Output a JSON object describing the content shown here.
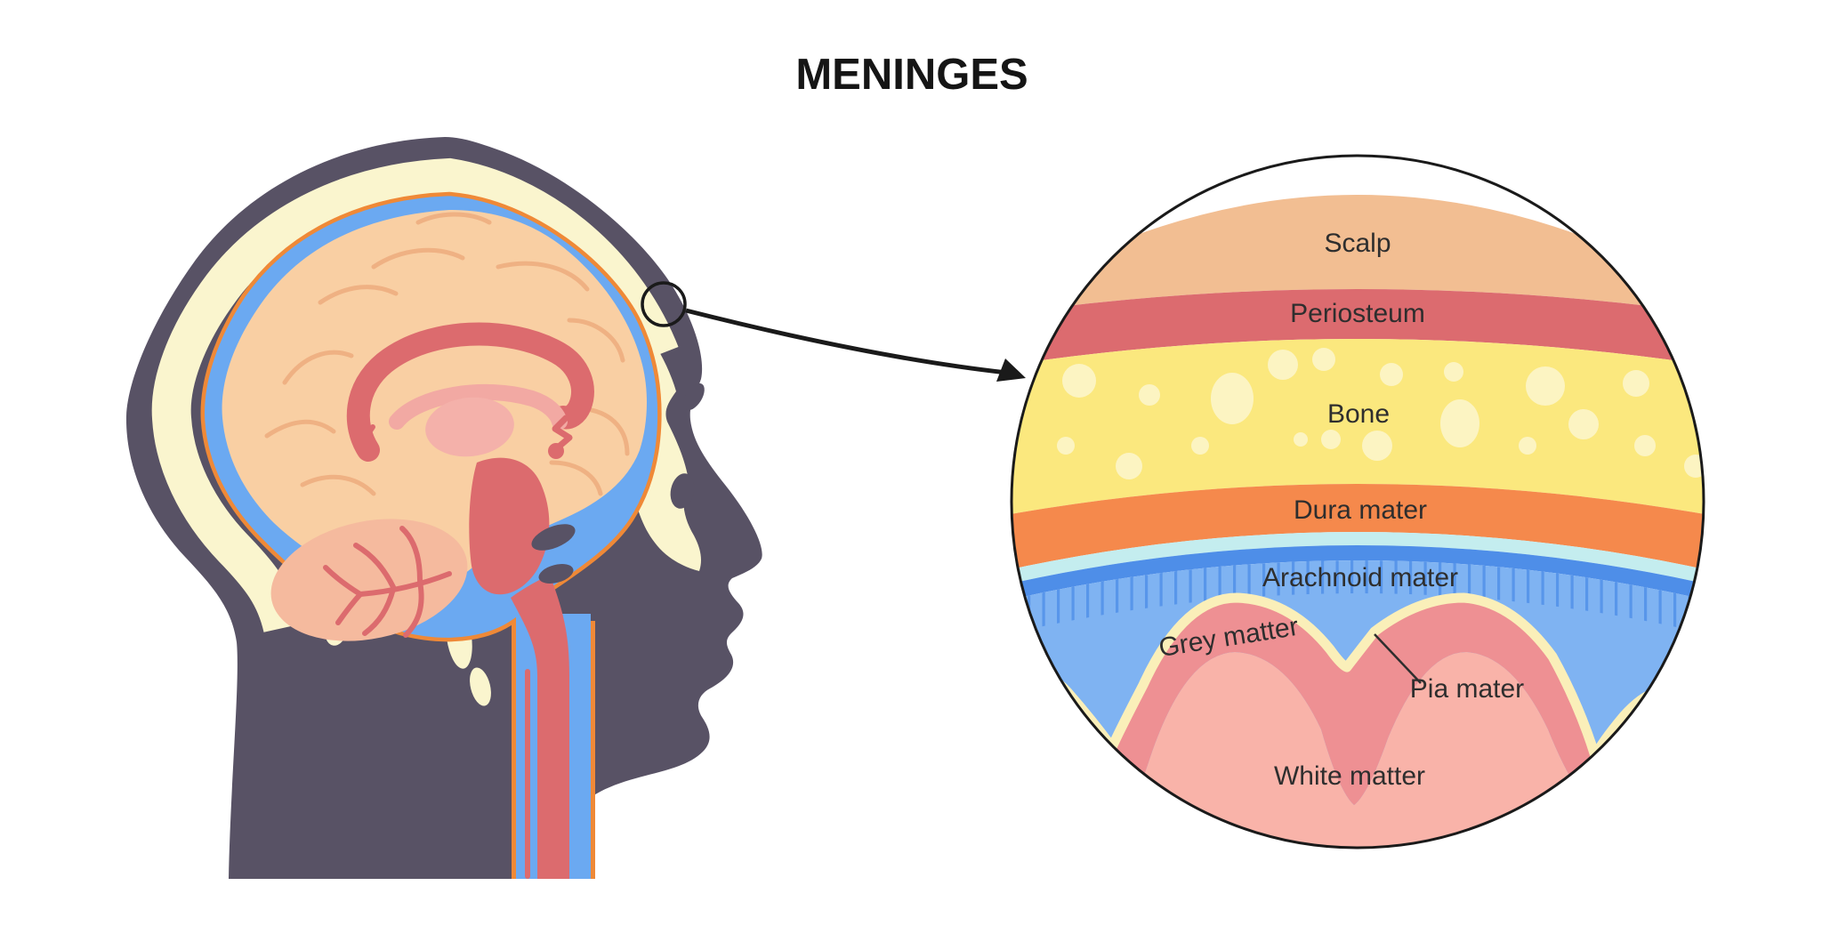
{
  "title": "MENINGES",
  "inset": {
    "labels": {
      "scalp": "Scalp",
      "periosteum": "Periosteum",
      "bone": "Bone",
      "dura": "Dura mater",
      "arachnoid": "Arachnoid mater",
      "grey": "Grey matter",
      "pia": "Pia mater",
      "white": "White matter"
    }
  },
  "colors": {
    "scalp": "#F2BE92",
    "periosteum": "#DC6B6F",
    "bone": "#FBE87E",
    "bone_dots": "#FCF4C2",
    "dura": "#F5894C",
    "csf_cyan": "#C4EDEF",
    "arachnoid_dark": "#4E8EE8",
    "arachnoid_light": "#7FB3F2",
    "trabecula": "#5896EA",
    "grey_matter": "#EE9093",
    "pia_cream": "#FAEFB9",
    "white_matter": "#F9B3A9",
    "silhouette": "#585265",
    "skull_cream": "#FAF5CE",
    "dura_line_orange": "#EF8937",
    "csf_blue": "#6BA9F1",
    "brain_peach": "#F9CFA3",
    "gyri": "#EFB183",
    "cerebellum": "#F5BA9E",
    "red_structure": "#DC6B6E",
    "pink_light": "#F2A9A3",
    "thalamus": "#F4B1AA",
    "outline_black": "#1a1a1a"
  }
}
